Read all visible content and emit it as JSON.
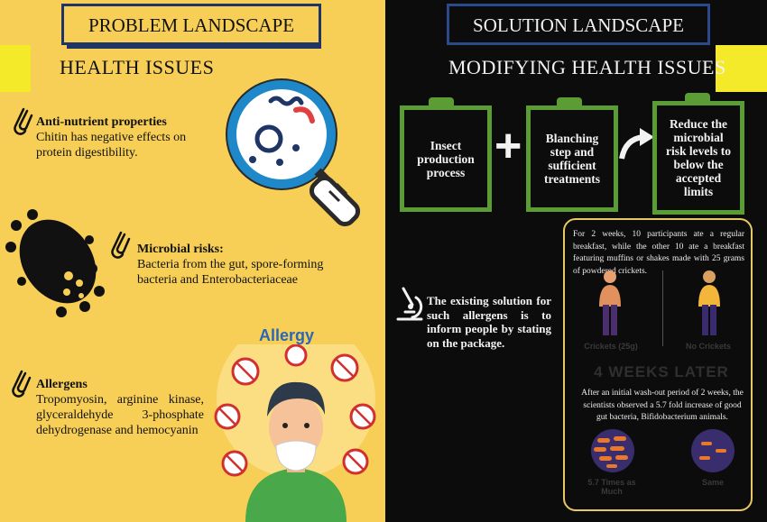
{
  "problem": {
    "title": "PROBLEM LANDSCAPE",
    "section": "HEALTH ISSUES",
    "items": [
      {
        "title": "Anti-nutrient properties",
        "text": "Chitin has negative effects on protein digestibility."
      },
      {
        "title": "Microbial risks:",
        "text": "Bacteria from the gut, spore-forming bacteria and Enterobacteriaceae"
      },
      {
        "title": "Allergens",
        "text": "Tropomyosin, arginine kinase, glyceraldehyde 3-phosphate dehydrogenase and hemocyanin"
      }
    ],
    "allergy_label": "Allergy"
  },
  "solution": {
    "title": "SOLUTION LANDSCAPE",
    "section": "MODIFYING HEALTH ISSUES",
    "steps": [
      "Insect production process",
      "Blanching step and sufficient treatments",
      "Reduce the microbial risk levels to below the accepted limits"
    ],
    "allergen_note": "The existing solution for such allergens is to inform people by stating on the package.",
    "study": {
      "intro": "For 2 weeks, 10 participants ate a regular breakfast, while the other 10 ate a breakfast featuring muffins or shakes made with 25 grams of powdered crickets.",
      "label_a": "Crickets (25g)",
      "label_b": "No Crickets",
      "later": "4 WEEKS LATER",
      "result": "After an initial wash-out period of 2 weeks, the scientists observed a 5.7 fold increase of good gut bacteria, Bifidobacterium animals.",
      "result_a": "5.7 Times as Much",
      "result_b": "Same"
    }
  },
  "colors": {
    "left_bg": "#f7cf56",
    "right_bg": "#0c0c0c",
    "accent_green": "#5c9c34",
    "border_blue": "#1e3566",
    "panel_gold": "#e8c860"
  }
}
